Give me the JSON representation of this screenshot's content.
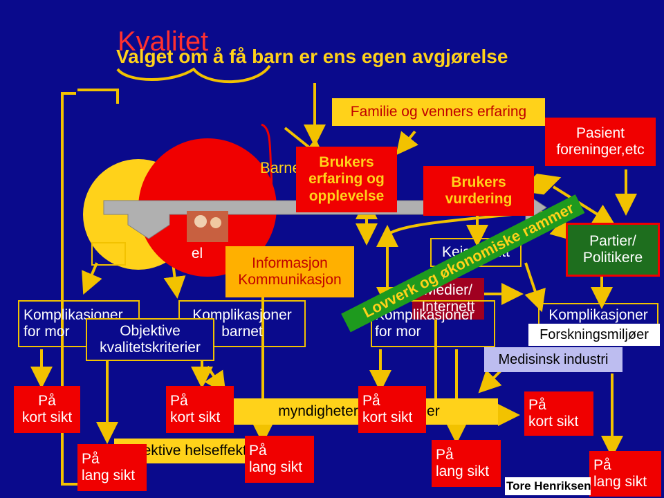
{
  "titles": {
    "kvalitet": "Kvalitet",
    "main": "Valget om å få barn er ens egen avgjørelse"
  },
  "boxes": {
    "familie": "Familie og venners erfaring",
    "pasient_l1": "Pasient",
    "pasient_l2": "foreninger,etc",
    "barnet": "Barnet må ut!",
    "brukers_erf_l1": "Brukers",
    "brukers_erf_l2": "erfaring og",
    "brukers_erf_l3": "opplevelse",
    "brukers_r_l1": "Brukers",
    "brukers_r_l2": "vurdering",
    "partier_l1": "Partier/",
    "partier_l2": "Politikere",
    "el": "el",
    "info_l1": "Informasjon",
    "info_l2": "Kommunikasjon",
    "keisersnitt": "Keisersnitt",
    "medier_l1": "Medier/",
    "medier_l2": "Internett",
    "kompl_mor_l1": "Komplikasjoner",
    "kompl_mor_l2": "for mor",
    "objektive_l1": "Objektive",
    "objektive_l2": "kvalitetskriterier",
    "kompl_barn_l1": "Komplikasjoner",
    "kompl_barn_l2": "barnet",
    "kompl_mor2_l1": "Komplikasjoner",
    "kompl_mor2_l2": "for mor",
    "kompl_right": "Komplikasjoner",
    "forskning": "Forskningsmiljøer",
    "medisinsk": "Medisinsk industri",
    "myndigheter": "myndigheter/fagpersoner",
    "subjektive": "Subjektive helseffekter",
    "tore": "Tore Henriksen",
    "banner": "Lovverk og økonomiske rammer"
  },
  "timeframes": {
    "kort": "På kort sikt",
    "kort_l1": "På",
    "kort_l2": "kort sikt",
    "lang_l1": "På",
    "lang_l2": "lang sikt"
  },
  "colors": {
    "background": "#0a0a8c",
    "red": "#f00000",
    "yellow": "#ffd21a",
    "green": "#1e6e1e",
    "lavender": "#bdbdf0",
    "arrow": "#f2c200"
  }
}
